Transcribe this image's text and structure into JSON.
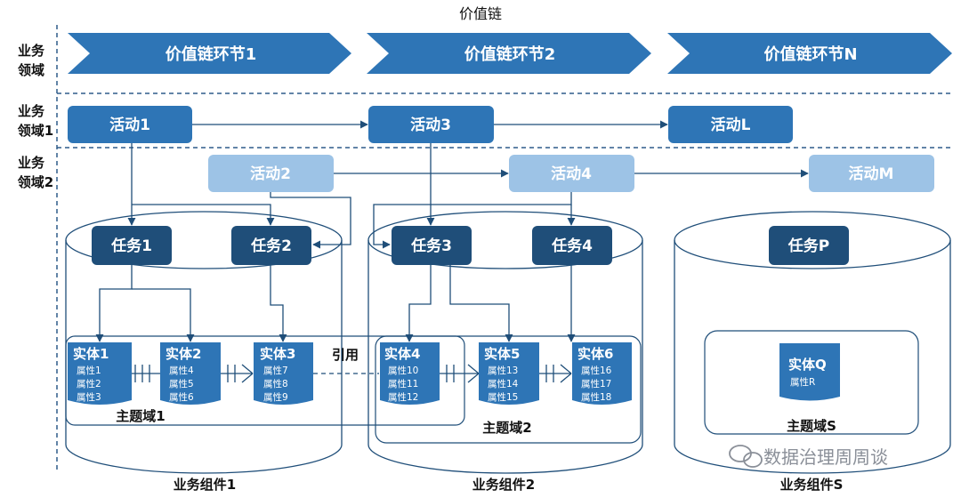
{
  "title": "价值链",
  "side_labels": {
    "row0": [
      "业务",
      "领域"
    ],
    "row1": [
      "业务",
      "领域1"
    ],
    "row2": [
      "业务",
      "领域2"
    ]
  },
  "chevrons": [
    "价值链环节1",
    "价值链环节2",
    "价值链环节N"
  ],
  "activities": {
    "a1": "活动1",
    "a3": "活动3",
    "aL": "活动L",
    "a2": "活动2",
    "a4": "活动4",
    "aM": "活动M"
  },
  "tasks": {
    "t1": "任务1",
    "t2": "任务2",
    "t3": "任务3",
    "t4": "任务4",
    "tP": "任务P"
  },
  "entities": [
    {
      "name": "实体1",
      "attrs": [
        "属性1",
        "属性2",
        "属性3"
      ]
    },
    {
      "name": "实体2",
      "attrs": [
        "属性4",
        "属性5",
        "属性6"
      ]
    },
    {
      "name": "实体3",
      "attrs": [
        "属性7",
        "属性8",
        "属性9"
      ]
    },
    {
      "name": "实体4",
      "attrs": [
        "属性10",
        "属性11",
        "属性12"
      ]
    },
    {
      "name": "实体5",
      "attrs": [
        "属性13",
        "属性14",
        "属性15"
      ]
    },
    {
      "name": "实体6",
      "attrs": [
        "属性16",
        "属性17",
        "属性18"
      ]
    }
  ],
  "entityQ": {
    "name": "实体Q",
    "attrs": [
      "属性R"
    ]
  },
  "reference_label": "引用",
  "topic_domains": [
    "主题域1",
    "主题域2",
    "主题域S"
  ],
  "components": [
    "业务组件1",
    "业务组件2",
    "业务组件S"
  ],
  "watermark": "数据治理周周谈",
  "colors": {
    "chevron": "#2e75b6",
    "activity_dark": "#2e75b6",
    "activity_light": "#9dc3e6",
    "task": "#1f4e79",
    "entity": "#2e75b6",
    "line": "#1f4e79",
    "dashed": "#2e5c8a"
  }
}
